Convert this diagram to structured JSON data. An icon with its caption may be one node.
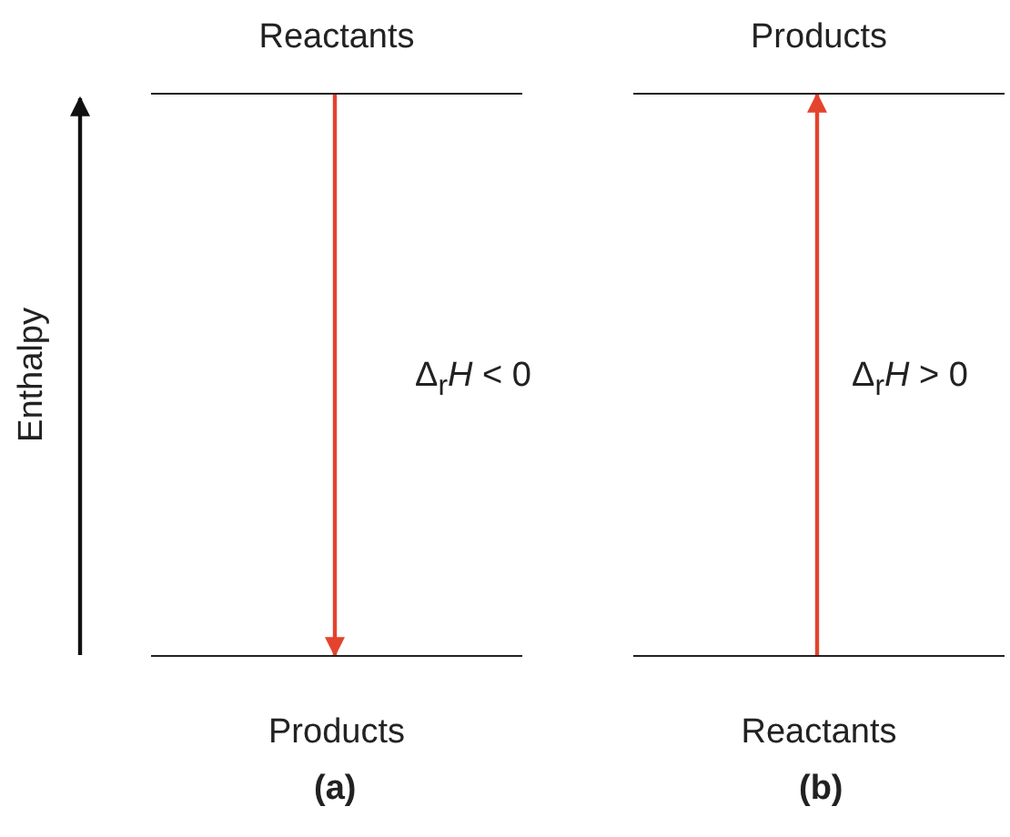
{
  "diagram": {
    "nodes": [
      {
        "text": [
          "Reactants"
        ]
      },
      {
        "text": [
          "Products"
        ]
      },
      {
        "text": [
          "Products"
        ]
      },
      {
        "text": [
          "Reactants"
        ]
      }
    ],
    "edges": [
      {
        "from": 0,
        "to": 1,
        "arrow": "to",
        "label": "Δ$_{r}$*H* < 0"
      },
      {
        "from": 3,
        "to": 2,
        "arrow": "to",
        "label": "Δ$_{r}$*H* > 0"
      }
    ],
    "labels": [
      "Enthalpy",
      "(a)",
      "(b)"
    ]
  }
}
